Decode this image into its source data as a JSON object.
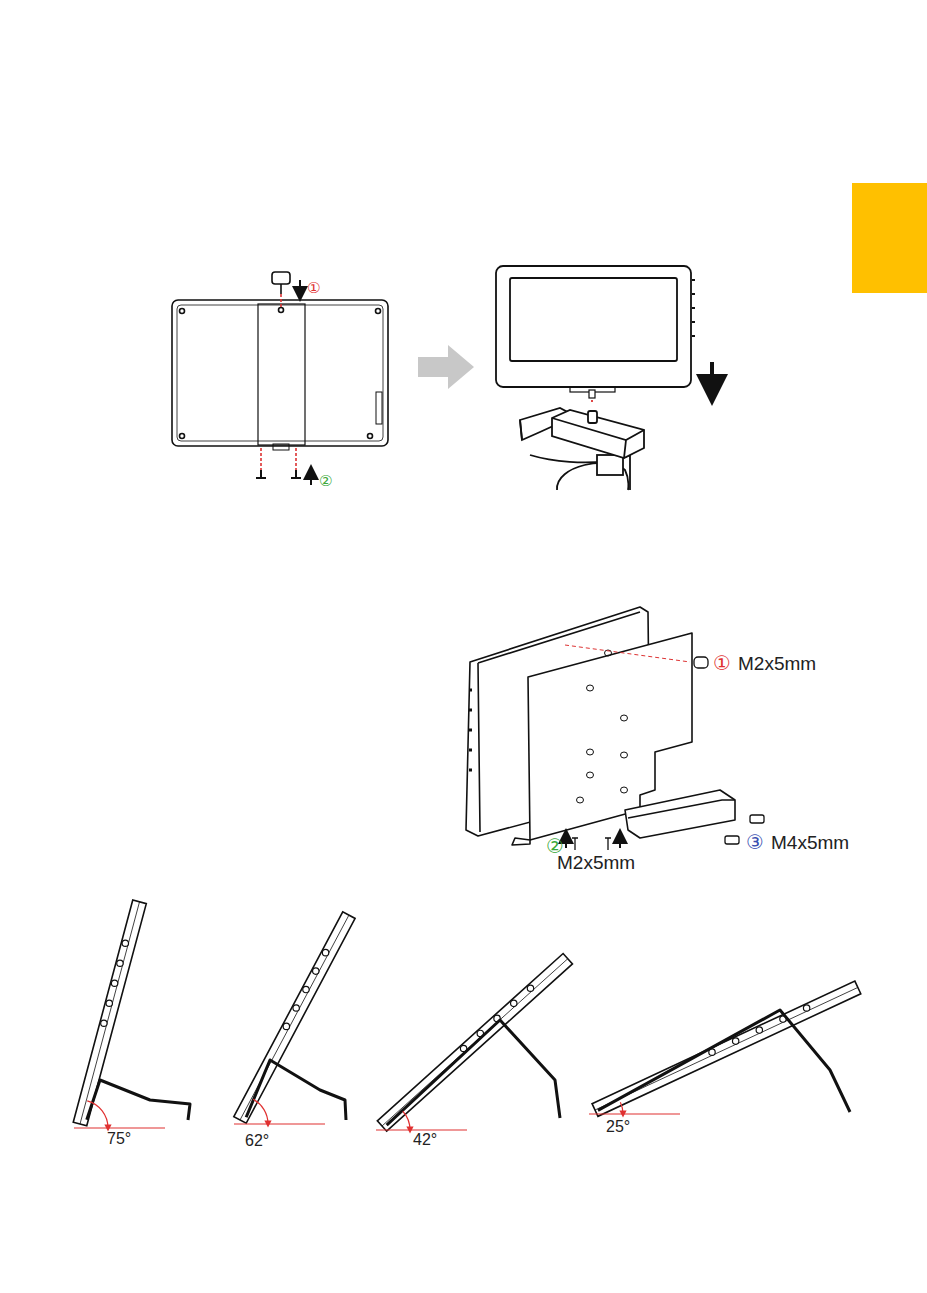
{
  "diagram": {
    "labels": [
      "①",
      "②",
      "①",
      "M2x5mm",
      "②",
      "M2x5mm",
      "③",
      "M4x5mm",
      "75°",
      "62°",
      "42°",
      "25°"
    ]
  }
}
